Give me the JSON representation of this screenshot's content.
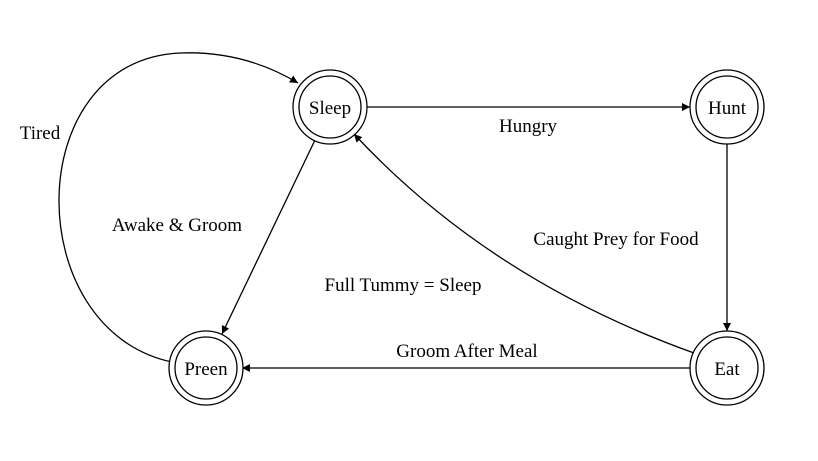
{
  "diagram": {
    "states": {
      "sleep": "Sleep",
      "hunt": "Hunt",
      "eat": "Eat",
      "preen": "Preen"
    },
    "transitions": {
      "hungry": "Hungry",
      "caught_prey": "Caught Prey for Food",
      "full_tummy": "Full Tummy = Sleep",
      "groom_after_meal": "Groom After Meal",
      "awake_groom": "Awake & Groom",
      "tired": "Tired"
    },
    "colors": {
      "stroke": "#000000",
      "fill": "#ffffff",
      "text": "#000000"
    }
  }
}
